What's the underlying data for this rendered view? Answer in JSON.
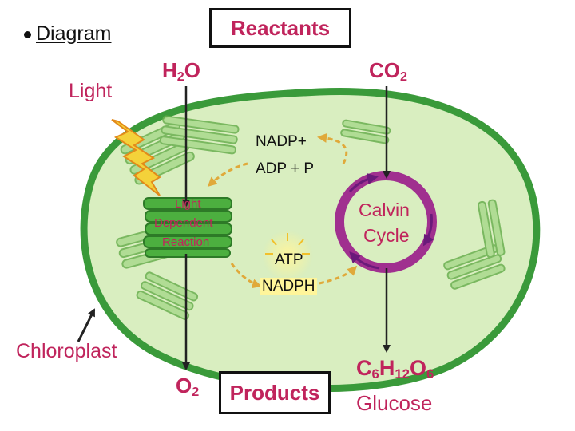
{
  "header": {
    "bullet": "Diagram",
    "reactants": "Reactants",
    "products": "Products"
  },
  "labels": {
    "light": "Light",
    "chloroplast": "Chloroplast",
    "light_dependent": [
      "Light",
      "Dependent",
      "Reaction"
    ],
    "calvin": [
      "Calvin",
      "Cycle"
    ],
    "nadp": "NADP+",
    "adp": "ADP + P",
    "atp": "ATP",
    "nadph": "NADPH",
    "glucose": "Glucose"
  },
  "formulas": {
    "h2o": {
      "a": "H",
      "sub1": "2",
      "b": "O"
    },
    "co2": {
      "a": "CO",
      "sub1": "2"
    },
    "o2": {
      "a": "O",
      "sub1": "2"
    },
    "c6h12o6": {
      "a": "C",
      "sub1": "6",
      "b": "H",
      "sub2": "12",
      "c": "O",
      "sub3": "6"
    }
  },
  "colors": {
    "chloroplast_fill": "#d9eec0",
    "membrane": "#3a9a3a",
    "grana": "#9ccf7a",
    "calvin_ring": "#a0308f",
    "cycle_arrow": "#e0a93a",
    "label_red": "#c0245c",
    "light_bolt": "#f4d23a"
  }
}
